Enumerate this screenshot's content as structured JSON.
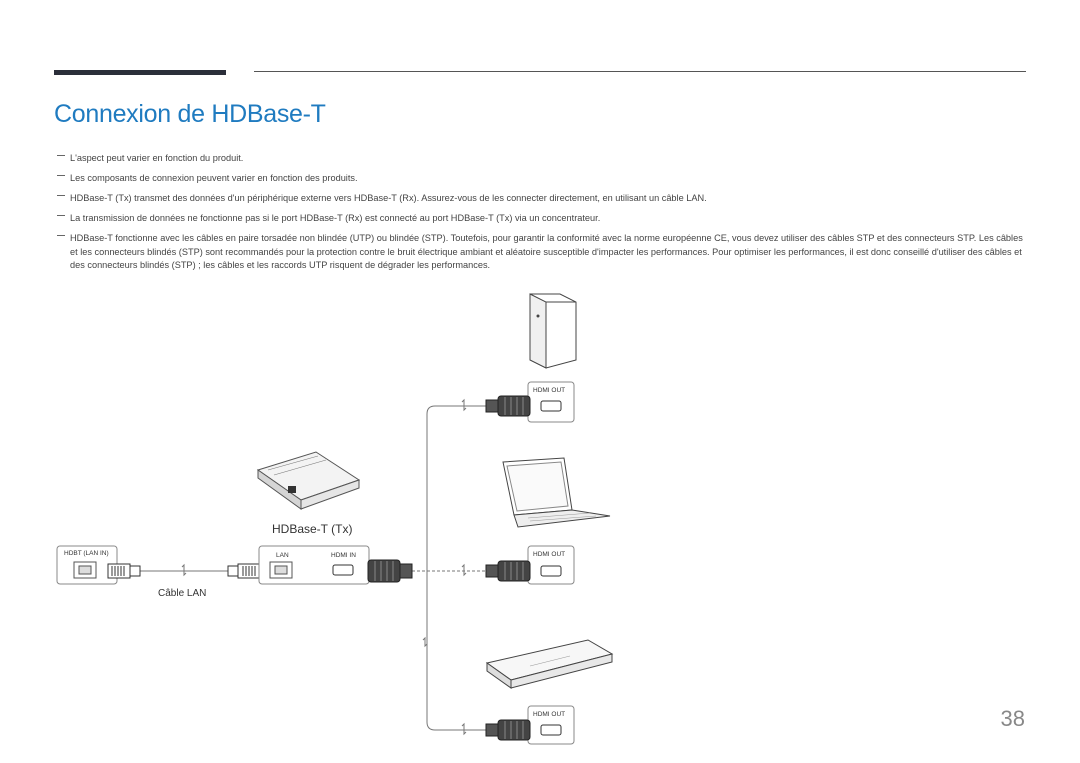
{
  "header": {
    "title": "Connexion de HDBase-T"
  },
  "notes": [
    "L'aspect peut varier en fonction du produit.",
    "Les composants de connexion peuvent varier en fonction des produits.",
    "HDBase-T (Tx) transmet des données d'un périphérique externe vers HDBase-T (Rx). Assurez-vous de les connecter directement, en utilisant un câble LAN.",
    "La transmission de données ne fonctionne pas si le port HDBase-T (Rx) est connecté au port HDBase-T (Tx) via un concentrateur.",
    "HDBase-T fonctionne avec les câbles en paire torsadée non blindée (UTP) ou blindée (STP). Toutefois, pour garantir la conformité avec la norme européenne CE, vous devez utiliser des câbles STP et des connecteurs STP. Les câbles et les connecteurs blindés (STP) sont recommandés pour la protection contre le bruit électrique ambiant et aléatoire susceptible d'impacter les performances. Pour optimiser les performances, il est donc conseillé d'utiliser des câbles et des connecteurs blindés (STP) ; les câbles et les raccords UTP risquent de dégrader les performances."
  ],
  "diagram": {
    "display_port_label": "HDBT (LAN IN)",
    "cable_label": "Câble LAN",
    "tx_label": "HDBase-T (Tx)",
    "tx_lan_label": "LAN",
    "tx_hdmi_label": "HDMI IN",
    "hdmi_out_1": "HDMI OUT",
    "hdmi_out_2": "HDMI OUT",
    "hdmi_out_3": "HDMI OUT"
  },
  "footer": {
    "page_number": "38"
  }
}
